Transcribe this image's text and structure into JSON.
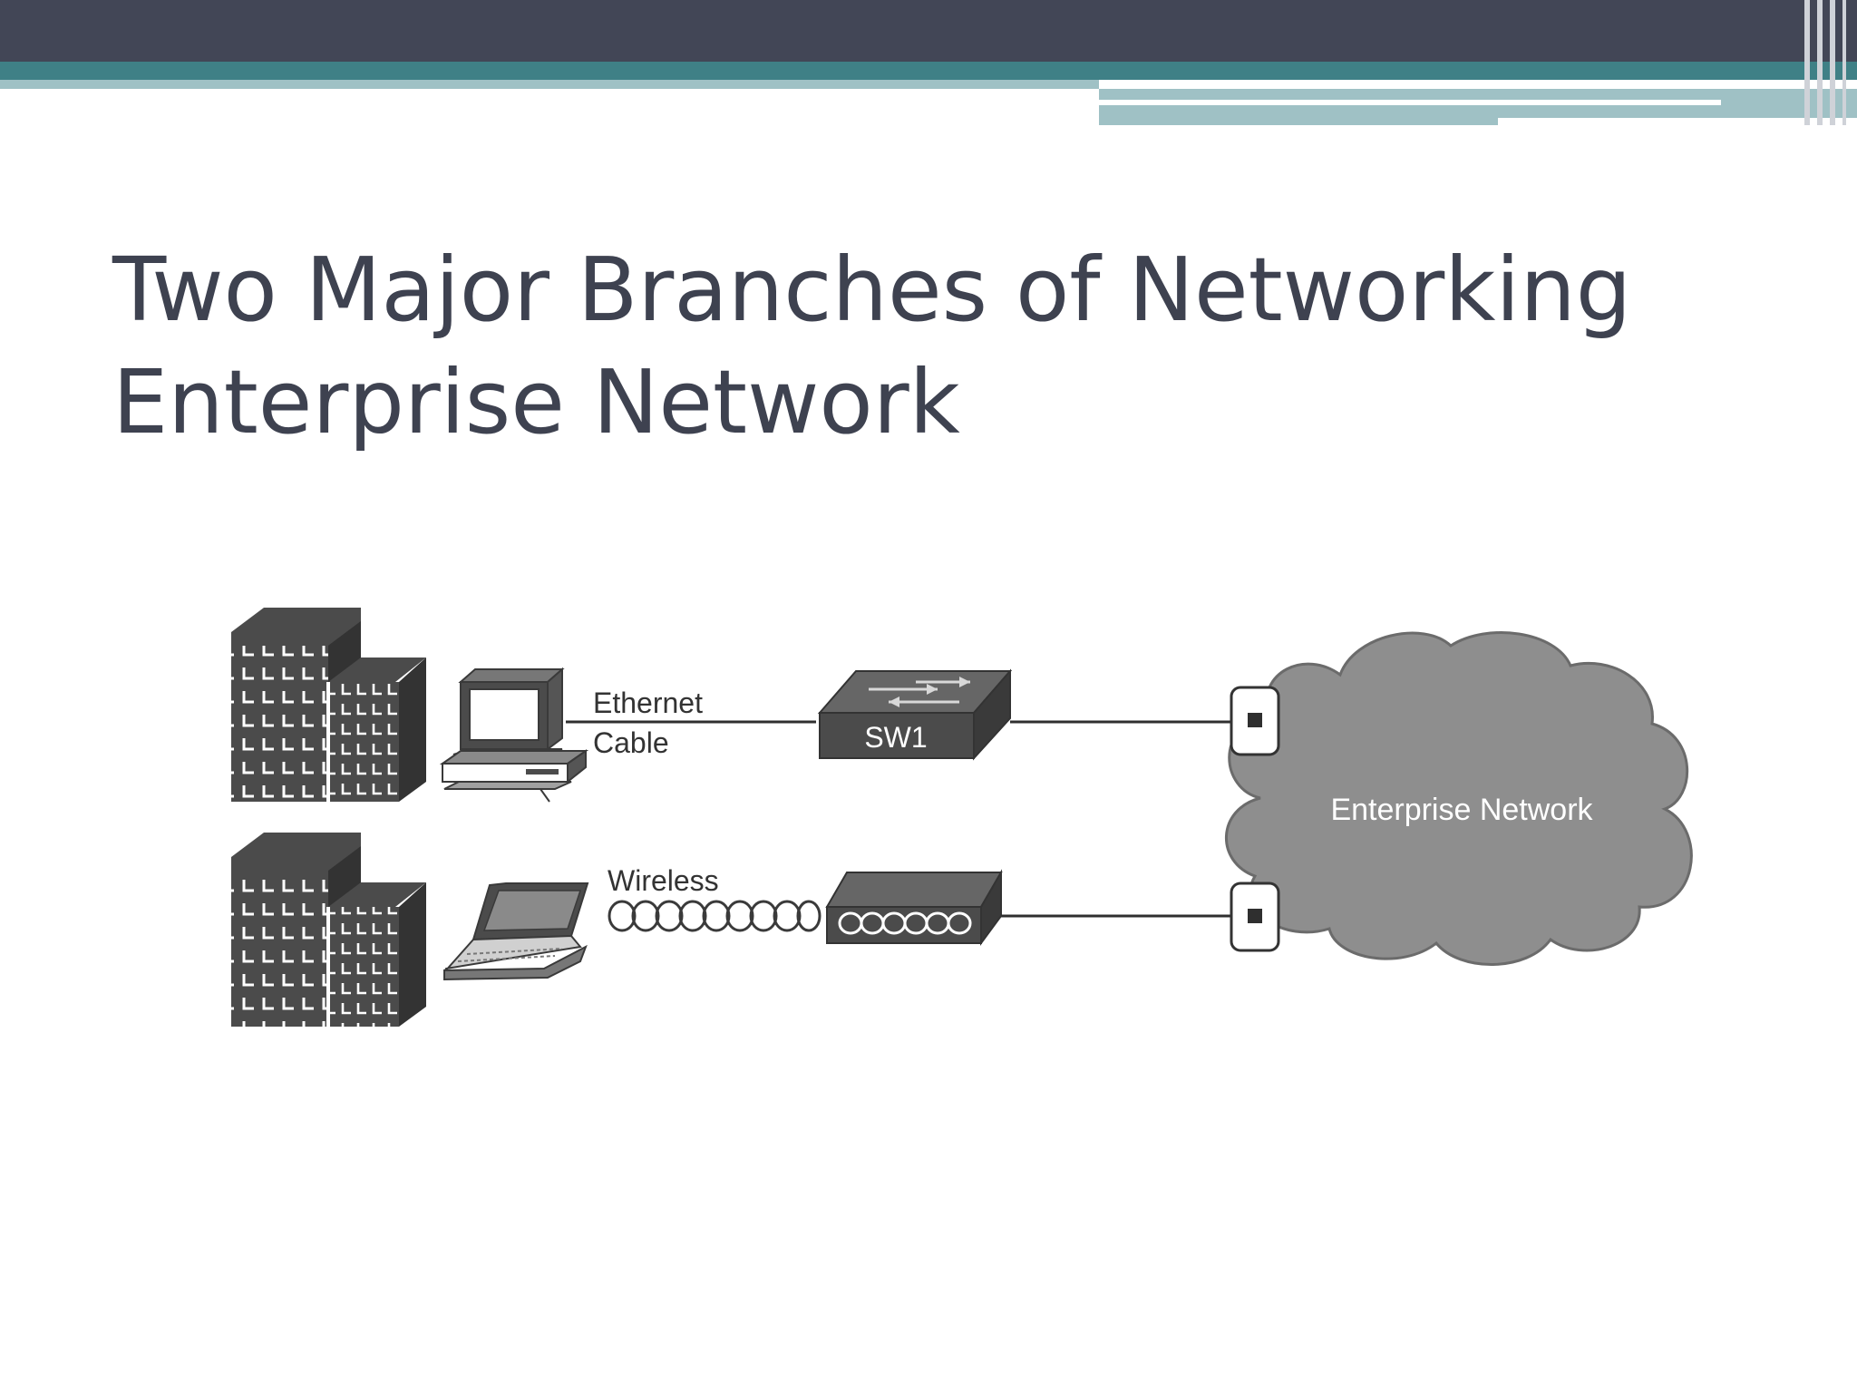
{
  "slide": {
    "title_line1": "Two Major Branches of Networking",
    "title_line2": "Enterprise Network"
  },
  "diagram": {
    "ethernet_label_line1": "Ethernet",
    "ethernet_label_line2": "Cable",
    "switch_label": "SW1",
    "wireless_label": "Wireless",
    "cloud_label": "Enterprise Network"
  },
  "colors": {
    "header_dark": "#424656",
    "header_teal": "#3f8086",
    "header_light": "#9fc1c5",
    "title_text": "#3e4250",
    "icon_dark": "#4b4b4b",
    "cloud_fill": "#8e8e8e"
  }
}
